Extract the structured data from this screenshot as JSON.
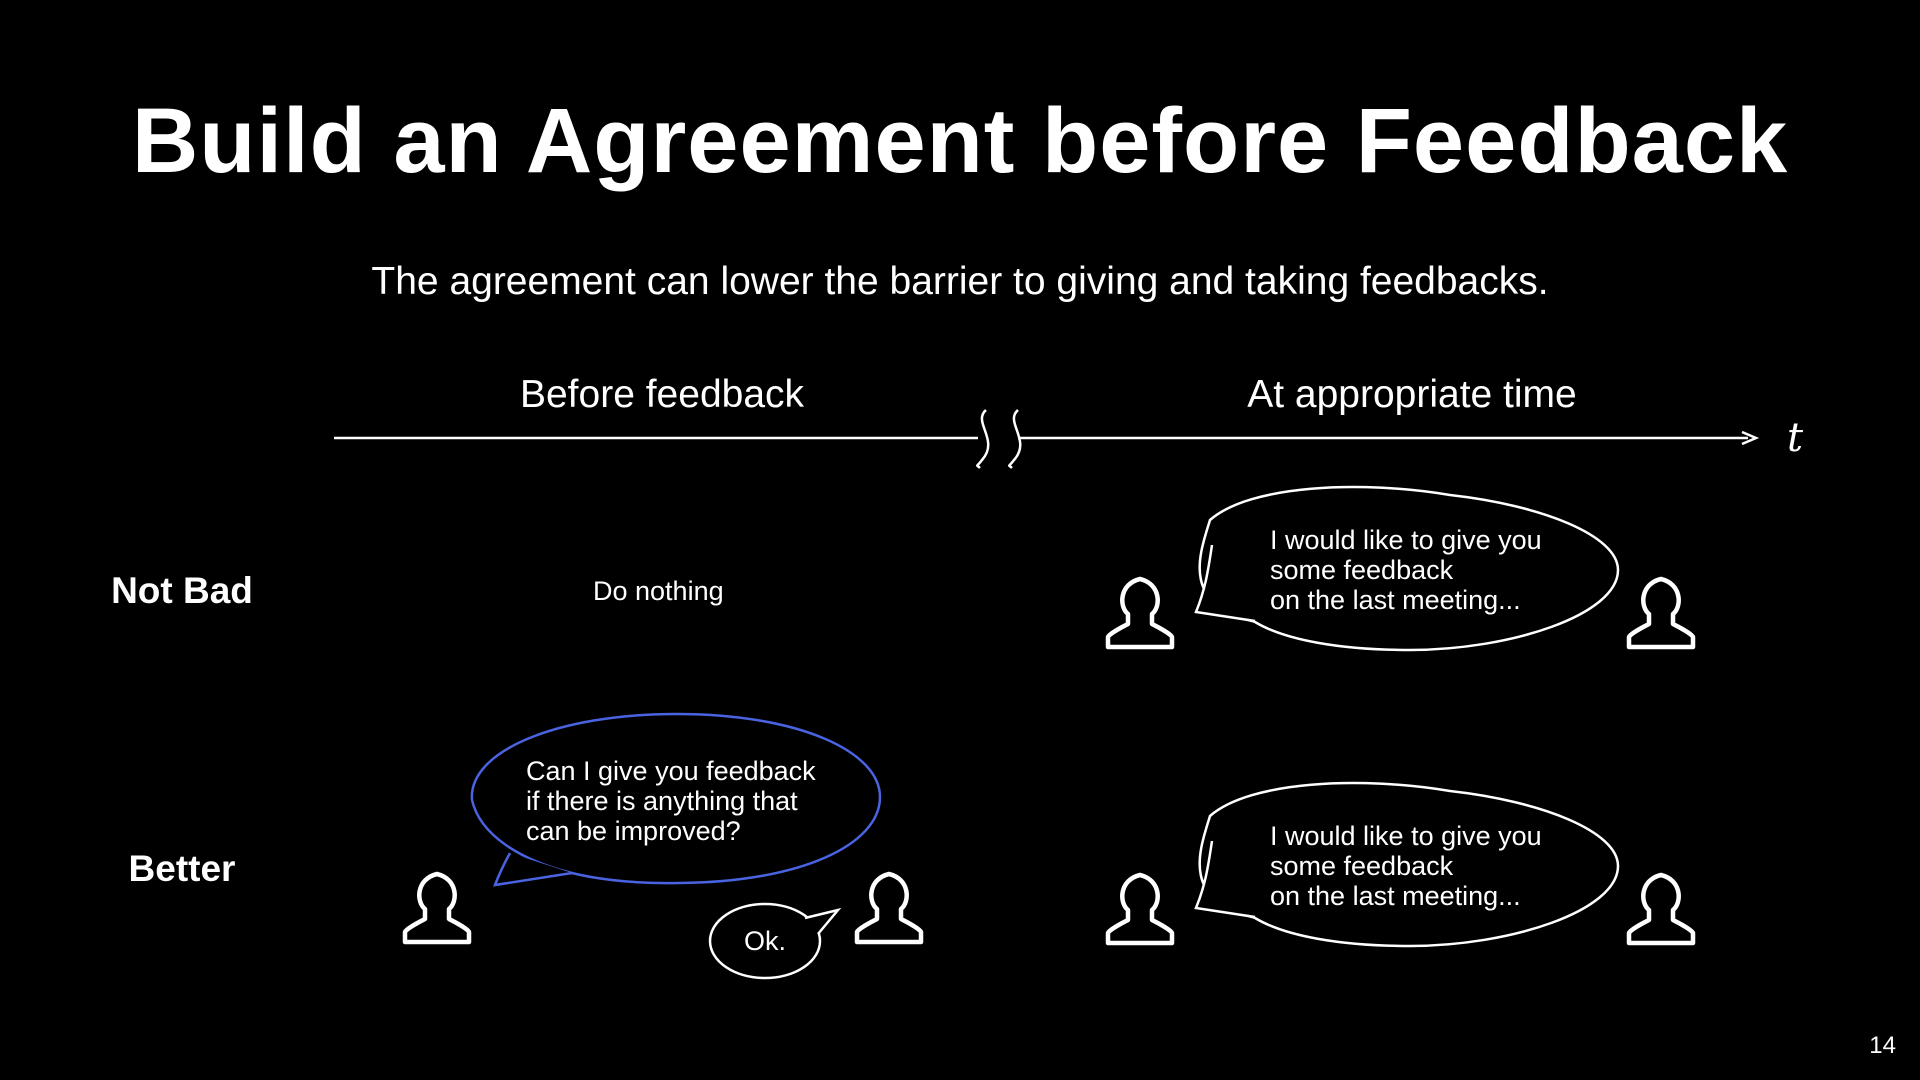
{
  "slide": {
    "title": "Build an Agreement before Feedback",
    "subtitle": "The agreement can lower the barrier to giving and taking feedbacks.",
    "page_number": "14"
  },
  "timeline": {
    "phase_before": "Before feedback",
    "phase_after": "At appropriate time",
    "axis_label": "t"
  },
  "rows": {
    "not_bad": {
      "label": "Not Bad",
      "before_action": "Do nothing",
      "after_bubble": [
        "I would like to give you",
        "some feedback",
        "on the last meeting..."
      ]
    },
    "better": {
      "label": "Better",
      "before_bubble": [
        "Can I give you feedback",
        "if there is anything that",
        "can be improved?"
      ],
      "reply_bubble": "Ok.",
      "after_bubble": [
        "I would like to give you",
        "some feedback",
        "on the last meeting..."
      ]
    }
  },
  "colors": {
    "background": "#000000",
    "foreground": "#ffffff",
    "highlight_bubble": "#4a63e0"
  }
}
